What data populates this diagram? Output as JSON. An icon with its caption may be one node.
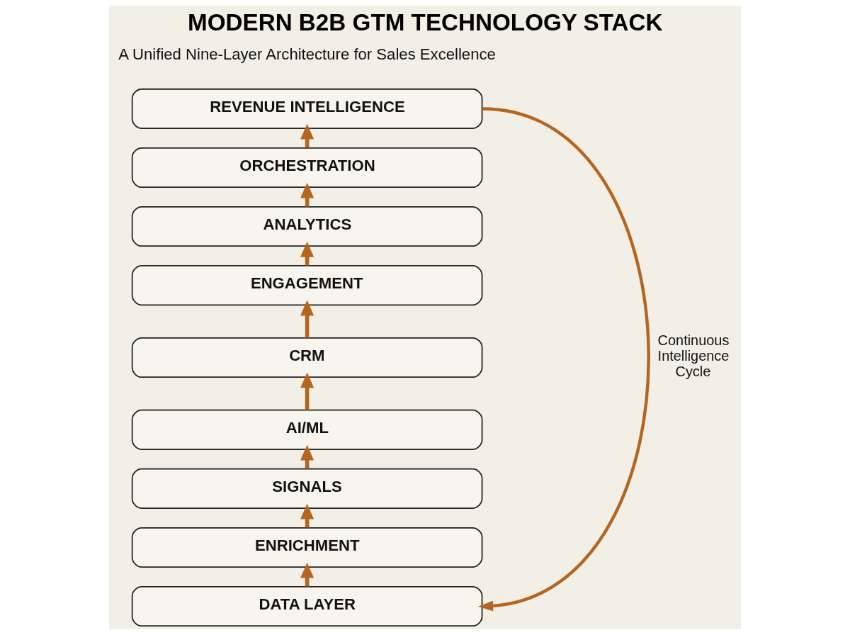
{
  "diagram": {
    "title": "MODERN B2B GTM TECHNOLOGY STACK",
    "nodes": [
      {
        "text": [
          "REVENUE INTELLIGENCE"
        ]
      },
      {
        "text": [
          "ORCHESTRATION"
        ]
      },
      {
        "text": [
          "ANALYTICS"
        ]
      },
      {
        "text": [
          "ENGAGEMENT"
        ]
      },
      {
        "text": [
          "CRM"
        ]
      },
      {
        "text": [
          "AI/ML"
        ]
      },
      {
        "text": [
          "SIGNALS"
        ]
      },
      {
        "text": [
          "ENRICHMENT"
        ]
      },
      {
        "text": [
          "DATA LAYER"
        ]
      }
    ],
    "edges": [
      {
        "from": 8,
        "to": 7,
        "arrow": "to"
      },
      {
        "from": 7,
        "to": 6,
        "arrow": "to"
      },
      {
        "from": 6,
        "to": 5,
        "arrow": "to"
      },
      {
        "from": 5,
        "to": 4,
        "arrow": "to"
      },
      {
        "from": 4,
        "to": 3,
        "arrow": "to"
      },
      {
        "from": 3,
        "to": 2,
        "arrow": "to"
      },
      {
        "from": 2,
        "to": 1,
        "arrow": "to"
      },
      {
        "from": 1,
        "to": 0,
        "arrow": "to"
      },
      {
        "from": 0,
        "to": 8,
        "arrow": "to",
        "label": "Continuous Intelligence Cycle"
      }
    ],
    "labels": [
      "A Unified Nine-Layer Architecture for Sales Excellence"
    ]
  }
}
